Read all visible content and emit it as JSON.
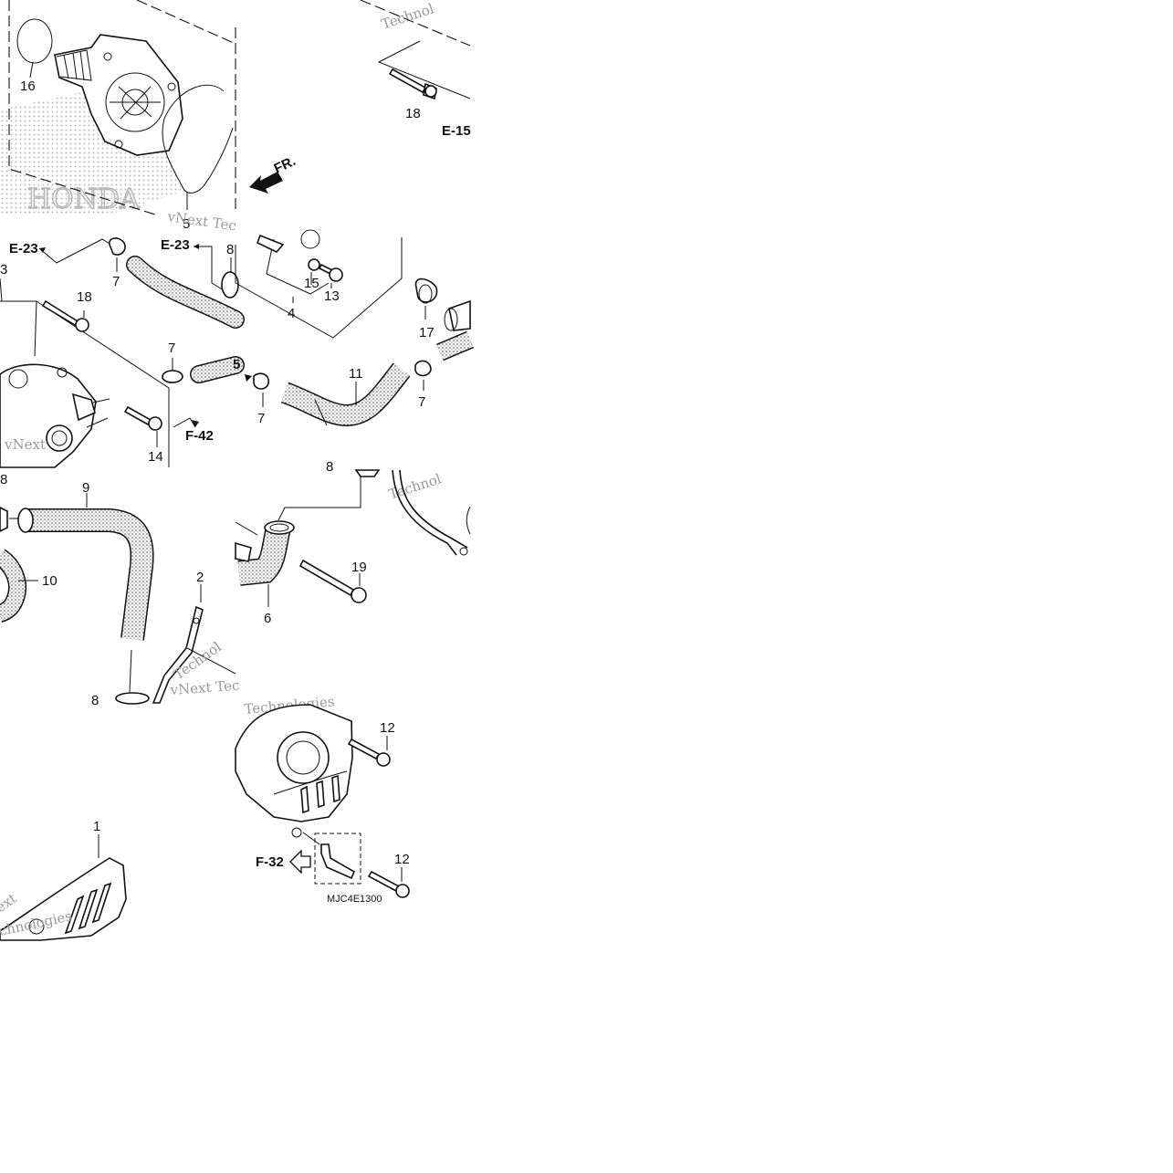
{
  "diagram": {
    "part_labels": {
      "p1": "1",
      "p2": "2",
      "p3": "3",
      "p4": "4",
      "p5a": "5",
      "p5b": "5",
      "p6": "6",
      "p7a": "7",
      "p7b": "7",
      "p7c": "7",
      "p7d": "7",
      "p8a": "8",
      "p8b": "8",
      "p8c": "8",
      "p9": "9",
      "p10": "10",
      "p11": "11",
      "p12a": "12",
      "p12b": "12",
      "p13": "13",
      "p14": "14",
      "p15": "15",
      "p16": "16",
      "p17": "17",
      "p18a": "18",
      "p18b": "18",
      "p19": "19"
    },
    "references": {
      "e23a": "E-23",
      "e23b": "E-23",
      "e15": "E-15",
      "f42": "F-42",
      "f32": "F-32"
    },
    "direction": "FR.",
    "drawing_code": "MJC4E1300",
    "watermarks": {
      "w1": "vNext Tec",
      "w2": "Technol",
      "w3": "Technol",
      "w4": "vNext Tec",
      "w5": "Technologies",
      "w6": "ext",
      "w7": "chnologies",
      "w8": "vNext",
      "w9": "Technol",
      "brand": "HONDA"
    }
  }
}
